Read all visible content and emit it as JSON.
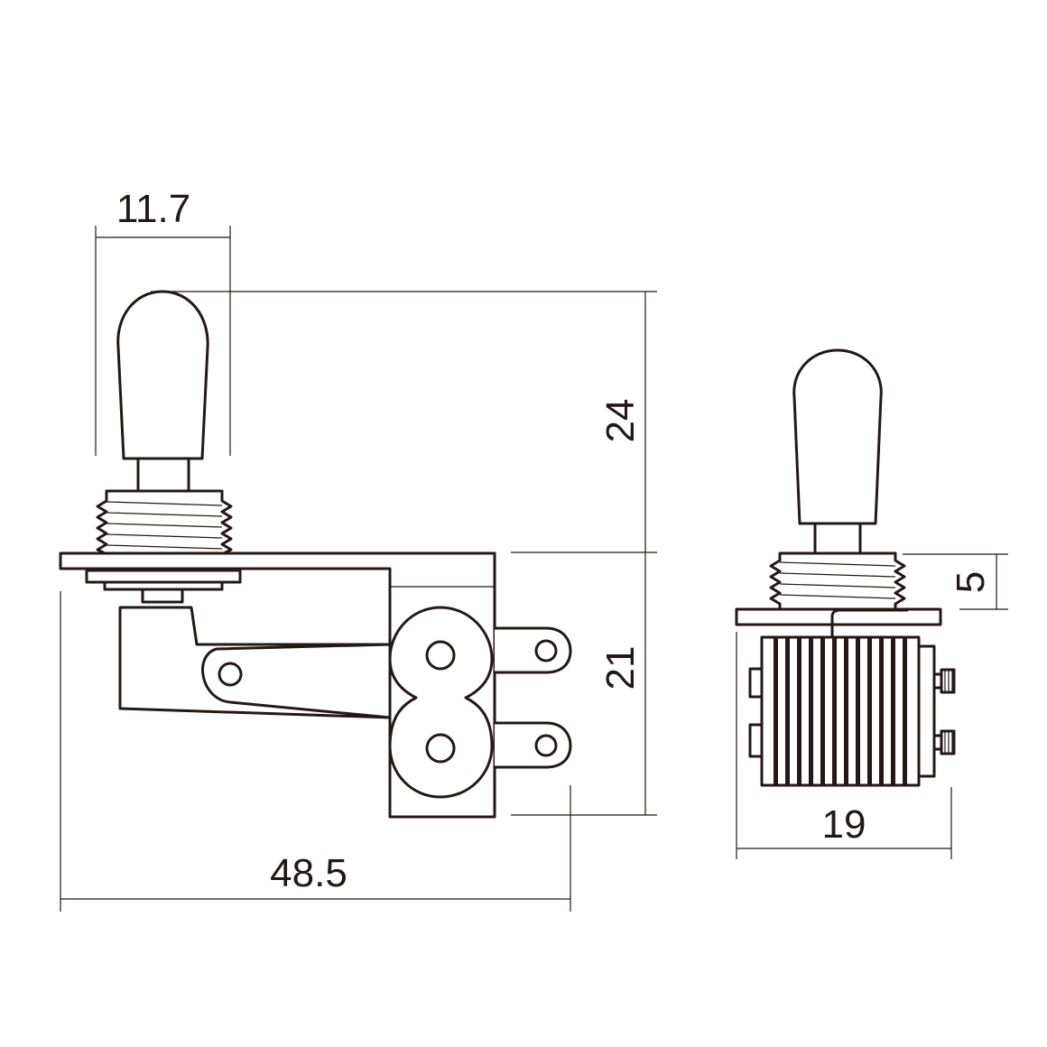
{
  "dimensions": {
    "knob_width": "11.7",
    "total_height": "24",
    "body_height": "21",
    "total_length": "48.5",
    "body_width": "19",
    "bushing_height": "5"
  },
  "colors": {
    "line": "#231815",
    "background": "#ffffff"
  }
}
